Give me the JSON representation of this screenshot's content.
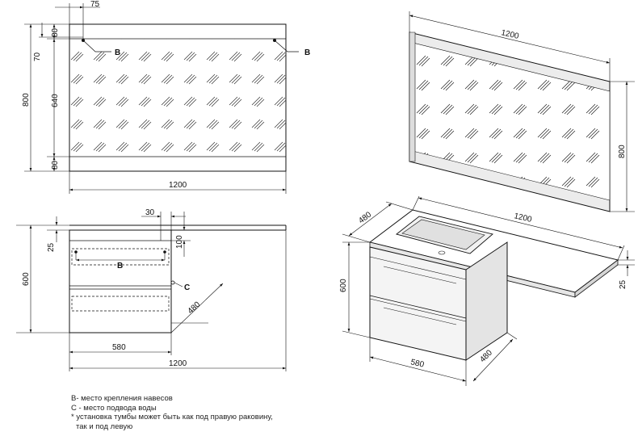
{
  "front_mirror": {
    "dims": {
      "w75": "75",
      "h80_top": "80",
      "h70": "70",
      "h800": "800",
      "h640": "640",
      "h80_bottom": "80",
      "w1200": "1200"
    },
    "marks": {
      "b_left": "B",
      "b_right": "B"
    }
  },
  "front_cabinet": {
    "dims": {
      "w30": "30",
      "h25": "25",
      "h100": "100",
      "h600": "600",
      "d480": "480",
      "w580": "580",
      "w1200": "1200"
    },
    "marks": {
      "b": "B",
      "c": "C"
    }
  },
  "iso_mirror": {
    "dims": {
      "w1200": "1200",
      "h800": "800"
    }
  },
  "iso_cabinet": {
    "dims": {
      "d480_top": "480",
      "w1200": "1200",
      "h600": "600",
      "h25": "25",
      "w580": "580",
      "d480_bottom": "480"
    }
  },
  "legend": {
    "line1": "В- место крепления навесов",
    "line2": "С - место подвода воды",
    "line3": "* установка тумбы может быть как под правую раковину,",
    "line4": "так и под левую"
  }
}
